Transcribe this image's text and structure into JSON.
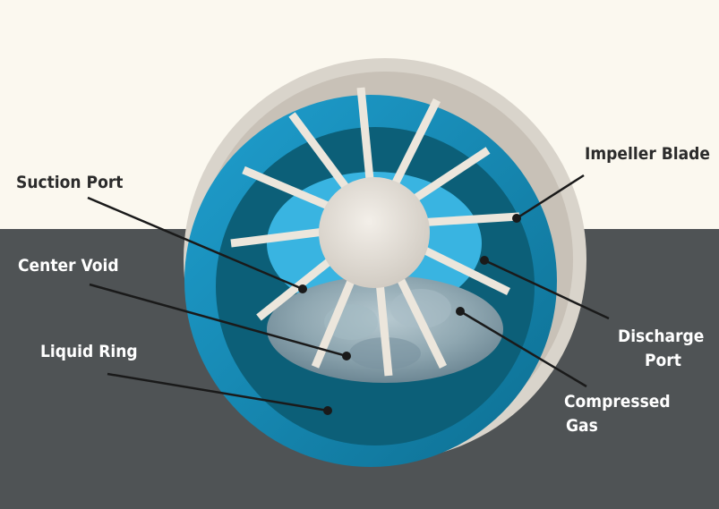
{
  "colors": {
    "top_background": "#fbf8ef",
    "bottom_background": "#4f5355",
    "outer_casing": "#d9d4cb",
    "liquid_ring": "#1389b4",
    "liquid_ring_dark": "#0c5f78",
    "port_cone": "#39b4e1",
    "impeller_blade": "#ece6dc",
    "hub": "#e2ddd6",
    "gas": "#7f98a3"
  },
  "labels": {
    "impeller_blade": "Impeller Blade",
    "suction_port": "Suction Port",
    "center_void": "Center Void",
    "liquid_ring": "Liquid Ring",
    "discharge_port_line1": "Discharge",
    "discharge_port_line2": "Port",
    "compressed_gas_line1": "Compressed",
    "compressed_gas_line2": "Gas"
  }
}
